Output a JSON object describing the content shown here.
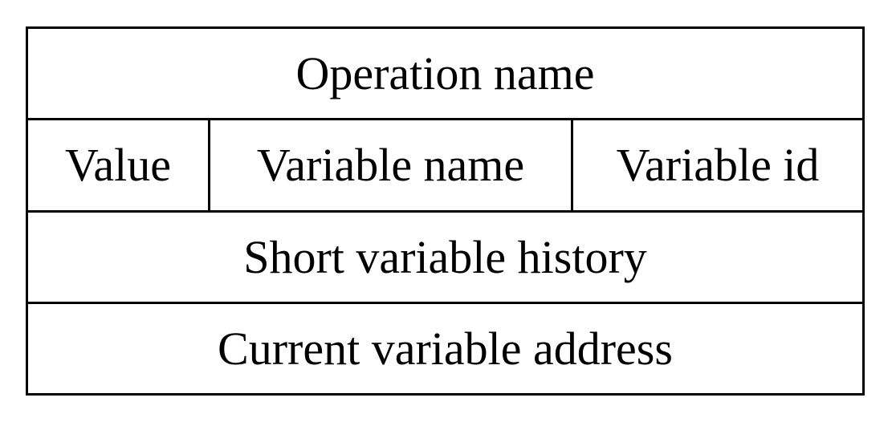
{
  "record": {
    "operation_name": "Operation name",
    "fields": {
      "value": "Value",
      "variable_name": "Variable name",
      "variable_id": "Variable id"
    },
    "short_history": "Short variable history",
    "current_address": "Current variable address"
  }
}
